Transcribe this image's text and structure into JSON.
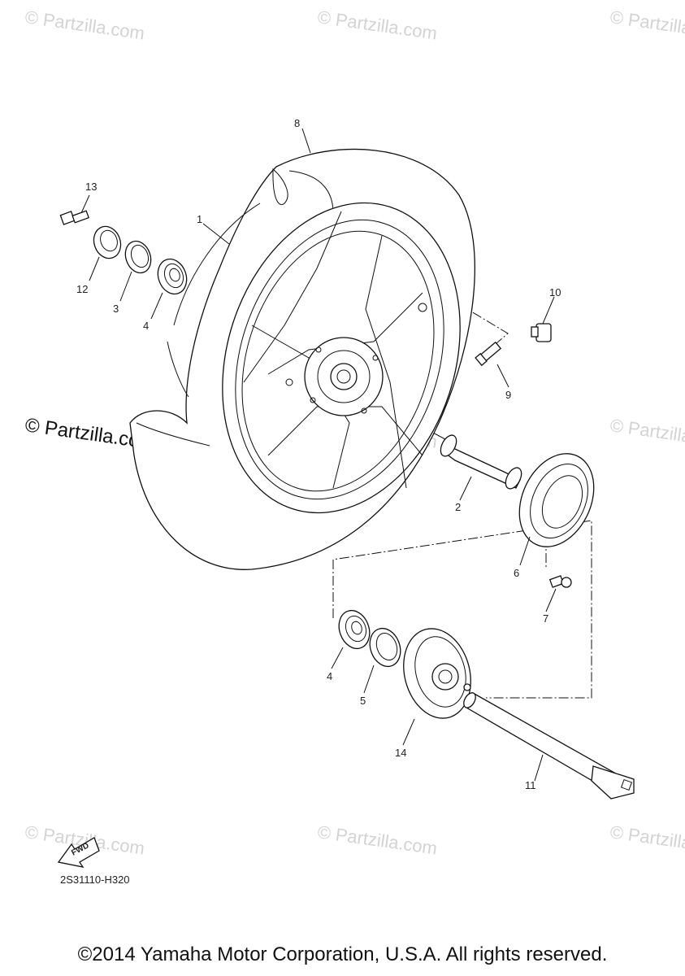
{
  "watermark": {
    "faint": "© Partzilla.com",
    "prominent": "© Partzilla.com"
  },
  "callouts": [
    {
      "number": "1",
      "part": "wheel"
    },
    {
      "number": "2",
      "part": "spacer"
    },
    {
      "number": "3",
      "part": "oil-seal"
    },
    {
      "number": "4",
      "part": "bearing"
    },
    {
      "number": "4",
      "part": "bearing"
    },
    {
      "number": "5",
      "part": "oil-seal"
    },
    {
      "number": "6",
      "part": "brake-disc"
    },
    {
      "number": "7",
      "part": "bolt"
    },
    {
      "number": "8",
      "part": "tire"
    },
    {
      "number": "9",
      "part": "valve"
    },
    {
      "number": "10",
      "part": "valve-cap"
    },
    {
      "number": "11",
      "part": "axle"
    },
    {
      "number": "12",
      "part": "collar"
    },
    {
      "number": "13",
      "part": "bolt"
    },
    {
      "number": "14",
      "part": "pulley-hub"
    }
  ],
  "fwd_badge": "FWD",
  "diagram_code": "2S31110-H320",
  "copyright": "©2014 Yamaha Motor Corporation, U.S.A. All rights reserved."
}
